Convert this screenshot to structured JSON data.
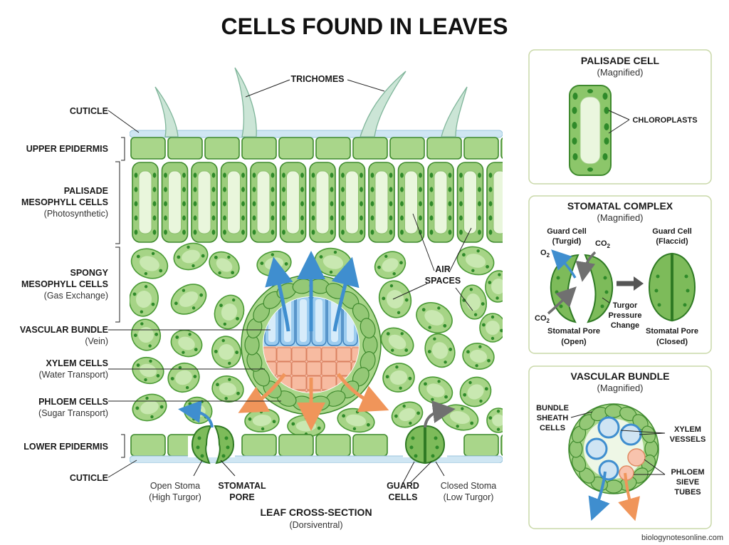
{
  "title": "CELLS FOUND IN LEAVES",
  "main_diagram": {
    "caption": "LEAF CROSS-SECTION",
    "caption_sub": "(Dorsiventral)",
    "labels": {
      "trichomes": "TRICHOMES",
      "cuticle_top": "CUTICLE",
      "upper_epidermis": "UPPER EPIDERMIS",
      "palisade_l1": "PALISADE",
      "palisade_l2": "MESOPHYLL CELLS",
      "palisade_sub": "(Photosynthetic)",
      "spongy_l1": "SPONGY",
      "spongy_l2": "MESOPHYLL CELLS",
      "spongy_sub": "(Gas Exchange)",
      "vascular": "VASCULAR BUNDLE",
      "vascular_sub": "(Vein)",
      "xylem": "XYLEM CELLS",
      "xylem_sub": "(Water Transport)",
      "phloem": "PHLOEM CELLS",
      "phloem_sub": "(Sugar Transport)",
      "lower_epidermis": "LOWER EPIDERMIS",
      "cuticle_bottom": "CUTICLE",
      "air_l1": "AIR",
      "air_l2": "SPACES",
      "open_stoma_l1": "Open Stoma",
      "open_stoma_l2": "(High Turgor)",
      "stomatal_pore_l1": "STOMATAL",
      "stomatal_pore_l2": "PORE",
      "guard_l1": "GUARD",
      "guard_l2": "CELLS",
      "closed_stoma_l1": "Closed Stoma",
      "closed_stoma_l2": "(Low Turgor)"
    }
  },
  "panels": {
    "palisade": {
      "title": "PALISADE CELL",
      "subtitle": "(Magnified)",
      "chloroplasts": "CHLOROPLASTS"
    },
    "stomatal": {
      "title": "STOMATAL COMPLEX",
      "subtitle": "(Magnified)",
      "guard_turgid_l1": "Guard Cell",
      "guard_turgid_l2": "(Turgid)",
      "guard_flaccid_l1": "Guard Cell",
      "guard_flaccid_l2": "(Flaccid)",
      "o2": "O",
      "co2_top": "CO",
      "co2_bottom": "CO",
      "sub2": "2",
      "turgor_l1": "Turgor",
      "turgor_l2": "Pressure",
      "turgor_l3": "Change",
      "pore_open_l1": "Stomatal Pore",
      "pore_open_l2": "(Open)",
      "pore_closed_l1": "Stomatal Pore",
      "pore_closed_l2": "(Closed)"
    },
    "vascular": {
      "title": "VASCULAR BUNDLE",
      "subtitle": "(Magnified)",
      "sheath_l1": "BUNDLE",
      "sheath_l2": "SHEATH",
      "sheath_l3": "CELLS",
      "xylem_l1": "XYLEM",
      "xylem_l2": "VESSELS",
      "phloem_l1": "PHLOEM",
      "phloem_l2": "SIEVE",
      "phloem_l3": "TUBES"
    }
  },
  "credit": "biologynotesonline.com",
  "colors": {
    "cell_green": "#a9d68a",
    "cell_outline": "#3f8a2e",
    "chloroplast": "#2f8a2a",
    "xylem_blue": "#8cc4ea",
    "phloem_orange": "#f6b59a",
    "cuticle_blue": "#cfe6f3",
    "arrow_blue": "#3f8ecf",
    "arrow_orange": "#f0955a",
    "arrow_gray": "#707070"
  }
}
